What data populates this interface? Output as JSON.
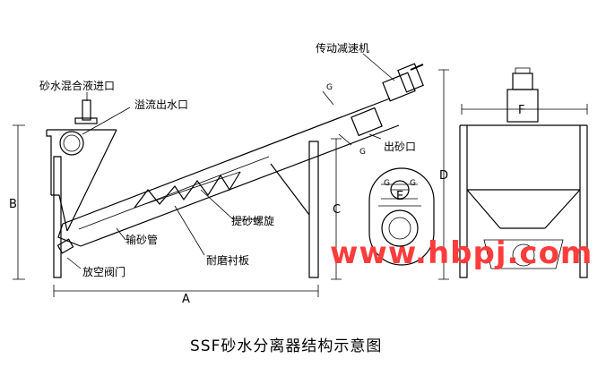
{
  "diagram": {
    "title": "SSF砂水分离器结构示意图",
    "watermark": "www.hbpj.com",
    "labels": {
      "inlet": "砂水混合液进口",
      "overflow_outlet": "溢流出水口",
      "gear_reducer": "传动减速机",
      "sand_outlet": "出砂口",
      "lifting_screw": "提砂螺旋",
      "sand_tube": "输砂管",
      "wear_liner": "耐磨衬板",
      "drain_valve": "放空阀门"
    },
    "dimensions": {
      "A": "A",
      "B": "B",
      "C": "C",
      "D": "D",
      "E": "E",
      "F": "F"
    },
    "section_marks": {
      "g_upper": "G",
      "g_lower": "G",
      "g_left": "G",
      "g_right": "G"
    },
    "colors": {
      "line": "#000000",
      "watermark": "#ff3c3c"
    }
  }
}
